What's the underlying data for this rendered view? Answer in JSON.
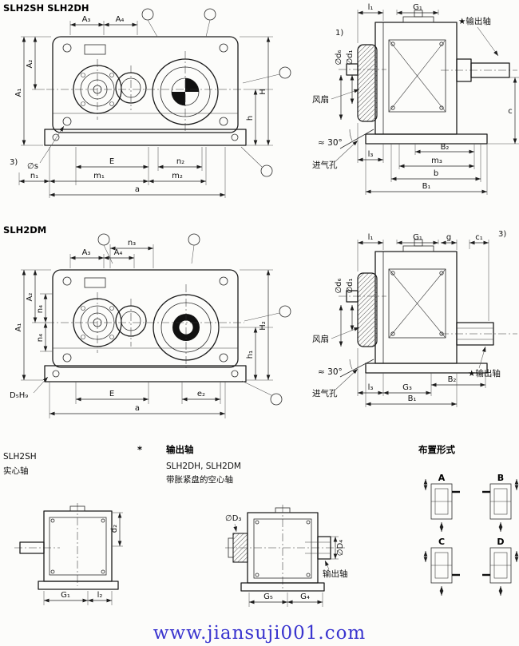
{
  "titles": {
    "top": "SLH2SH  SLH2DH",
    "mid": "SLH2DM"
  },
  "top_front": {
    "a3": "A₃",
    "a4": "A₄",
    "a2": "A₂",
    "a1": "A₁",
    "H": "H",
    "h": "h",
    "note": "3)",
    "s": "∅s",
    "E": "E",
    "n2": "n₂",
    "n1": "n₁",
    "m1": "m₁",
    "m2": "m₂",
    "a": "a"
  },
  "top_side": {
    "l1": "l₁",
    "G1": "G₁",
    "output": "★输出轴",
    "note": "1)",
    "d6": "∅d₆",
    "d1": "∅d₁",
    "fan": "风扇",
    "angle": "≈ 30°",
    "inlet": "进气孔",
    "l3": "l₃",
    "B2": "B₂",
    "m3": "m₃",
    "b": "b",
    "B1": "B₁",
    "c": "c"
  },
  "mid_front": {
    "n3": "n₃",
    "a3": "A₃",
    "a4": "A₄",
    "a2": "A₂",
    "n4a": "n₄",
    "a1": "A₁",
    "n4b": "n₄",
    "H2": "H₂",
    "h1": "h₁",
    "d5": "D₅H₉",
    "E": "E",
    "e2": "e₂",
    "a": "a"
  },
  "mid_side": {
    "l1": "l₁",
    "G1": "G₁",
    "g": "g",
    "c1": "c₁",
    "note": "3)",
    "d6": "∅d₆",
    "d1": "∅d₁",
    "fan": "风扇",
    "angle": "≈ 30°",
    "inlet": "进气孔",
    "l3": "l₃",
    "G3": "G₃",
    "B2": "B₂",
    "B1": "B₁",
    "output": "★输出轴"
  },
  "legend": {
    "star": "*",
    "star_label": "输出轴",
    "model_solid": "SLH2SH",
    "solid": "实心轴",
    "model_hollow": "SLH2DH, SLH2DM",
    "hollow": "带胀紧盘的空心轴",
    "arrangement": "布置形式"
  },
  "bottom_left": {
    "d2": "d₂",
    "G1": "G₁",
    "l2": "l₂"
  },
  "bottom_mid": {
    "D3": "∅D₃",
    "D4": "∅D₄",
    "G5": "G₅",
    "G4": "G₄",
    "output": "输出轴"
  },
  "arrangements": {
    "a": "A",
    "b": "B",
    "c": "C",
    "d": "D"
  },
  "watermark": {
    "text": "www.jiansuji001.com",
    "color": "#3a35cf"
  }
}
